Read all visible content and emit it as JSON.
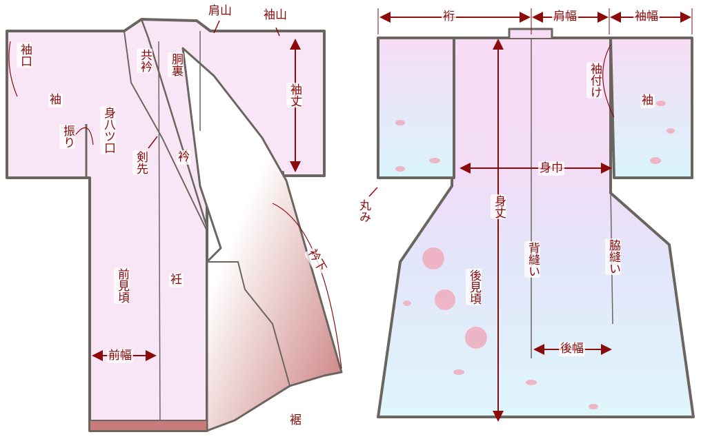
{
  "front": {
    "labels": {
      "kata_yama": "肩山",
      "sode_yama": "袖山",
      "sode_guchi": "袖口",
      "sode": "袖",
      "tomo_eri": "共衿",
      "dou_ura": "胴裏",
      "miyatsu_kuchi": "身八ツ口",
      "furi": "振り",
      "ken_saki": "剣先",
      "eri": "衿",
      "sode_take": "袖丈",
      "okumi": "衽",
      "mae_migoro": "前見頃",
      "mae_haba": "前幅",
      "eri_shita": "衿下",
      "suso": "裾"
    }
  },
  "back": {
    "labels": {
      "yuki": "裄",
      "kata_haba": "肩幅",
      "sode_haba": "袖幅",
      "sode_tsuke": "袖付け",
      "sode": "袖",
      "mi_haba": "身巾",
      "marumi": "丸み",
      "mi_take": "身丈",
      "se_nui": "背縫い",
      "waki_nui": "脇縫い",
      "ushiro_migoro": "後見頃",
      "ushiro_haba": "後幅"
    }
  },
  "colors": {
    "label": "#8b0a0a",
    "outline": "#6b6560",
    "fabric": "#f8e6f6",
    "lining": "#c97a7a",
    "arrow": "#8b0a0a"
  }
}
